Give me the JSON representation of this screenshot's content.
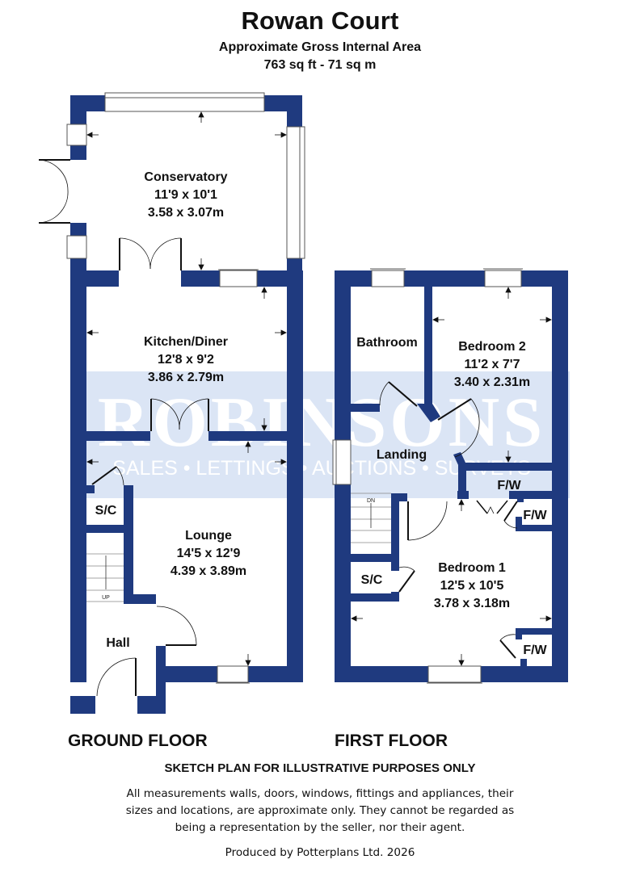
{
  "header": {
    "title": "Rowan Court",
    "subtitle": "Approximate Gross Internal Area",
    "area": "763 sq ft - 71 sq m"
  },
  "colors": {
    "wall": "#1f3a7f",
    "watermark_band": "#dbe5f5",
    "watermark_text": "#ffffff",
    "background": "#ffffff"
  },
  "watermark": {
    "brand": "ROBINSONS",
    "tagline": "SALES • LETTINGS • AUCTIONS • SURVEYS"
  },
  "ground_floor": {
    "label": "GROUND FLOOR",
    "rooms": [
      {
        "name": "Conservatory",
        "imperial": "11'9 x 10'1",
        "metric": "3.58 x 3.07m"
      },
      {
        "name": "Kitchen/Diner",
        "imperial": "12'8 x 9'2",
        "metric": "3.86 x 2.79m"
      },
      {
        "name": "Lounge",
        "imperial": "14'5 x 12'9",
        "metric": "4.39 x 3.89m"
      },
      {
        "name": "S/C"
      },
      {
        "name": "Hall"
      }
    ],
    "stairs_label": "UP"
  },
  "first_floor": {
    "label": "FIRST FLOOR",
    "rooms": [
      {
        "name": "Bathroom"
      },
      {
        "name": "Bedroom 2",
        "imperial": "11'2 x 7'7",
        "metric": "3.40 x 2.31m"
      },
      {
        "name": "Landing"
      },
      {
        "name": "F/W"
      },
      {
        "name": "F/W"
      },
      {
        "name": "S/C"
      },
      {
        "name": "Bedroom 1",
        "imperial": "12'5 x 10'5",
        "metric": "3.78 x 3.18m"
      },
      {
        "name": "F/W"
      }
    ],
    "stairs_label": "DN"
  },
  "footer": {
    "sketch_notice": "SKETCH PLAN FOR ILLUSTRATIVE PURPOSES ONLY",
    "disclaimer_lines": [
      "All measurements walls, doors, windows, fittings and appliances, their",
      "sizes and locations, are approximate only. They cannot be regarded as",
      "being a representation by the seller, nor their agent."
    ],
    "produced_by": "Produced by Potterplans Ltd. 2026"
  }
}
